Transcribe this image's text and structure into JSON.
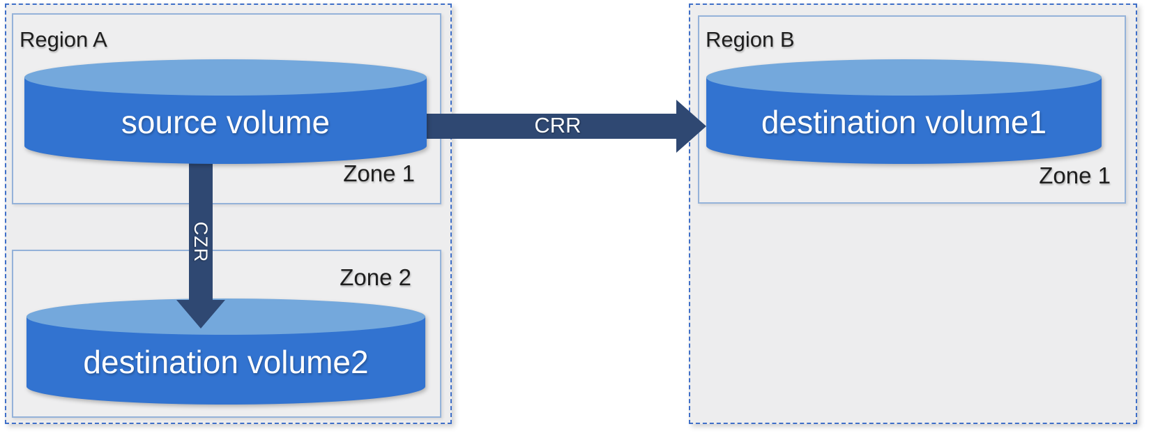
{
  "regions": [
    {
      "label": "Region A",
      "zones": [
        {
          "label": "Zone 1",
          "volume": "source volume"
        },
        {
          "label": "Zone 2",
          "volume": "destination volume2"
        }
      ]
    },
    {
      "label": "Region B",
      "zones": [
        {
          "label": "Zone 1",
          "volume": "destination volume1"
        }
      ]
    }
  ],
  "arrows": [
    {
      "label": "CRR",
      "from": "source volume",
      "to": "destination volume1",
      "direction": "horizontal"
    },
    {
      "label": "CZR",
      "from": "source volume",
      "to": "destination volume2",
      "direction": "vertical"
    }
  ],
  "colors": {
    "cylinder_body": "#3273d0",
    "cylinder_top": "#74a8dc",
    "arrow": "#2f4872",
    "region_fill": "#ededee",
    "region_border": "#3f6fc8",
    "zone_border": "#94b2d9",
    "label_text": "#1e1e1e",
    "volume_text": "#ffffff"
  }
}
